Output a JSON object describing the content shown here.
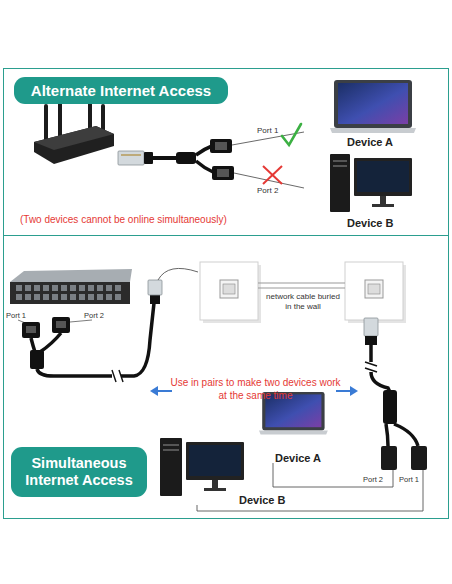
{
  "diagram": {
    "nodes": [
      {
        "text": [
          "Alternate Internet Access"
        ]
      },
      {
        "text": [
          "Device A"
        ],
        "in": 0
      },
      {
        "text": [
          "Device B"
        ],
        "in": 0
      },
      {
        "text": [
          "Simultaneous Internet Access"
        ]
      },
      {
        "text": [
          "Device A"
        ],
        "in": 3
      },
      {
        "text": [
          "Port 2"
        ],
        "in": 3
      },
      {
        "text": [
          "Port 1"
        ],
        "in": 3
      },
      {
        "text": [
          "Device B"
        ],
        "in": 3
      }
    ],
    "edges": [
      {
        "from": 4,
        "to": 5,
        "arrow": "none"
      },
      {
        "from": 7,
        "to": 6,
        "arrow": "none"
      }
    ],
    "labels": [
      "Port 1",
      "Port 2",
      "(Two devices cannot be online simultaneously)",
      "network cable buried in the wall",
      "Port 1",
      "Port 2",
      "Use in pairs to make two devices work at the same time"
    ]
  }
}
